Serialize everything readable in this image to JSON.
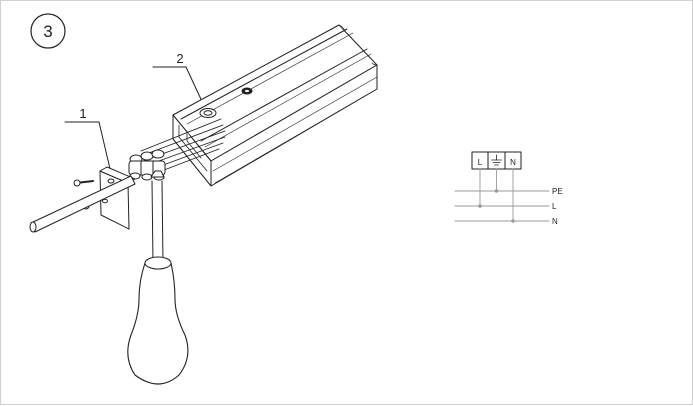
{
  "step": {
    "number": "3"
  },
  "callouts": [
    {
      "label": "1"
    },
    {
      "label": "2"
    }
  ],
  "wiring": {
    "terminal_labels": [
      "L",
      "N"
    ],
    "line_labels": [
      "PE",
      "L",
      "N"
    ]
  },
  "colors": {
    "line": "#222222",
    "wire": "#9a9a9a",
    "frame": "#cfcfcf"
  }
}
